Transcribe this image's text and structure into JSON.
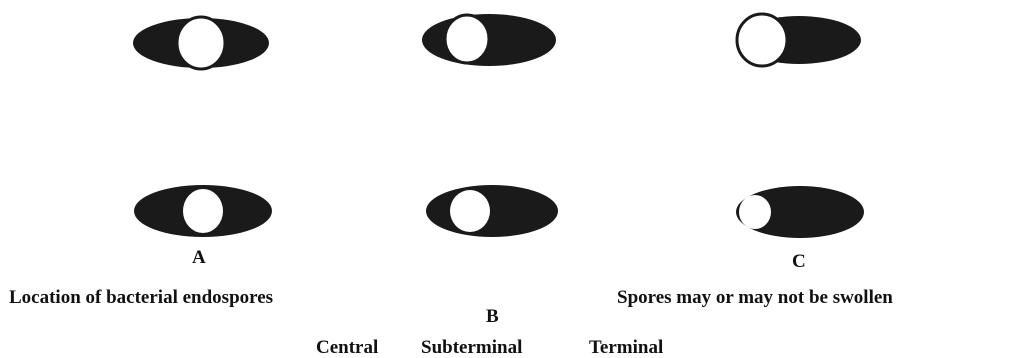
{
  "colors": {
    "cell_fill": "#1a1a1a",
    "spore_fill": "#ffffff",
    "text": "#111111"
  },
  "labels": {
    "a": "A",
    "b": "B",
    "c": "C"
  },
  "captions": {
    "left": "Location of bacterial endospores",
    "right": "Spores may or may not be swollen"
  },
  "spore_types": {
    "central": "Central",
    "subterminal": "Subterminal",
    "terminal": "Terminal"
  },
  "rows": [
    {
      "name": "upper-row",
      "cells": [
        {
          "position": "central",
          "swollen": true
        },
        {
          "position": "subterminal",
          "swollen": true
        },
        {
          "position": "terminal",
          "swollen": true
        }
      ]
    },
    {
      "name": "lower-row",
      "cells": [
        {
          "position": "central",
          "swollen": false
        },
        {
          "position": "subterminal",
          "swollen": false
        },
        {
          "position": "terminal",
          "swollen": false
        }
      ]
    }
  ]
}
